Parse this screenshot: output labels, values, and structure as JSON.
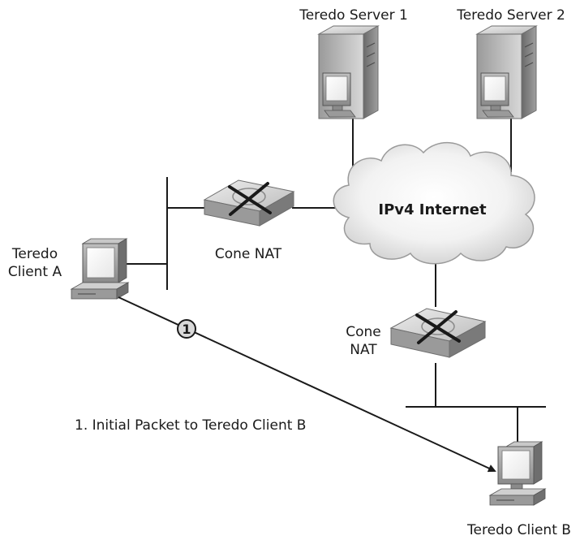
{
  "labels": {
    "server1": "Teredo Server 1",
    "server2": "Teredo Server 2",
    "internet": "IPv4 Internet",
    "nat_top": "Cone NAT",
    "nat_right_line1": "Cone",
    "nat_right_line2": "NAT",
    "client_a_line1": "Teredo",
    "client_a_line2": "Client A",
    "client_b": "Teredo Client B",
    "step_number": "1",
    "caption": "1. Initial Packet to Teredo Client B"
  },
  "colors": {
    "line": "#1a1a1a",
    "device_light": "#d9d9d9",
    "device_mid": "#a6a6a6",
    "device_dark": "#6e6e6e",
    "screen": "#ffffff"
  }
}
